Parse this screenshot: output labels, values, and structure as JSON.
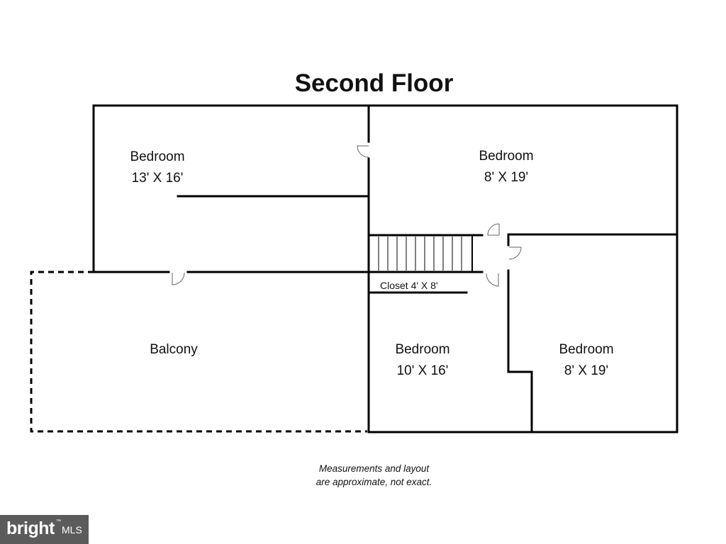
{
  "title": "Second Floor",
  "rooms": [
    {
      "name": "Bedroom",
      "size": "13' X 16'"
    },
    {
      "name": "Bedroom",
      "size": "8' X 19'"
    },
    {
      "name": "Bedroom",
      "size": "10' X 16'"
    },
    {
      "name": "Bedroom",
      "size": "8' X 19'"
    }
  ],
  "balcony": {
    "name": "Balcony"
  },
  "closet": {
    "label": "Closet 4' X 8'"
  },
  "note": {
    "line1": "Measurements and layout",
    "line2": "are approximate, not exact."
  },
  "logo": {
    "text": "bright",
    "suffix": "MLS",
    "mark": "™"
  },
  "colors": {
    "wall": "#000000",
    "logo_bg": "#5b5b5b",
    "door": "#777777"
  }
}
